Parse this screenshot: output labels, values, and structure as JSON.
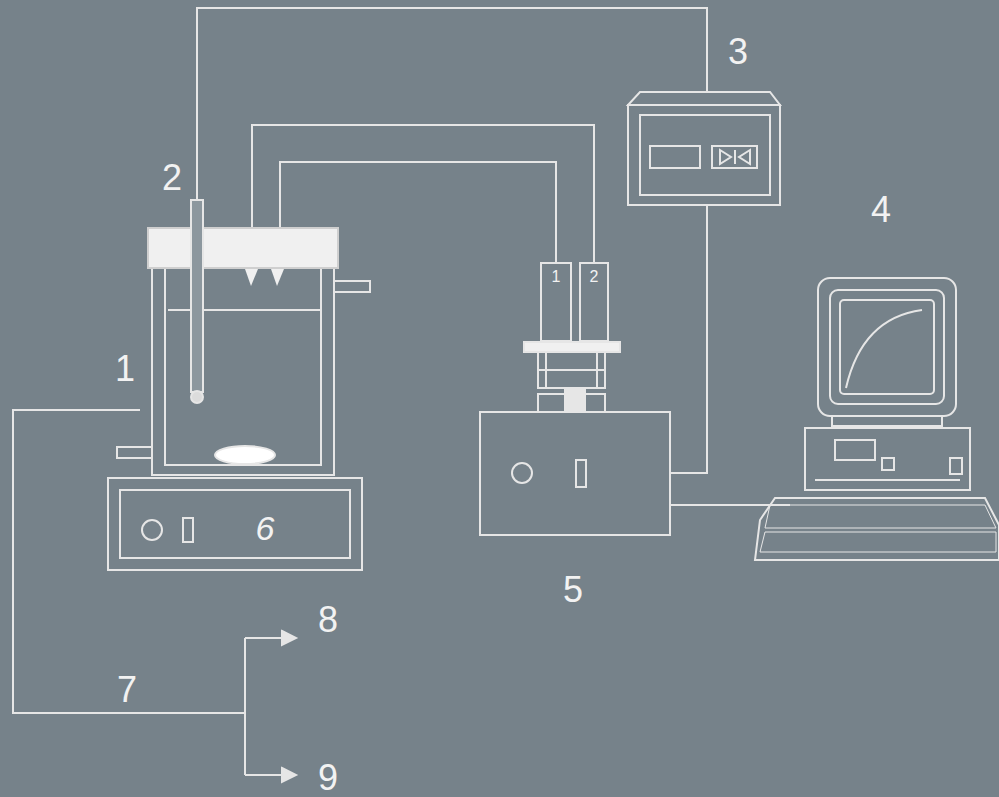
{
  "diagram": {
    "nodes": [
      {
        "text": [
          "1"
        ]
      },
      {
        "text": [
          "2"
        ]
      }
    ],
    "labels": [
      "3",
      "2",
      "4",
      "1",
      "6",
      "5",
      "8",
      "7",
      "9"
    ]
  }
}
